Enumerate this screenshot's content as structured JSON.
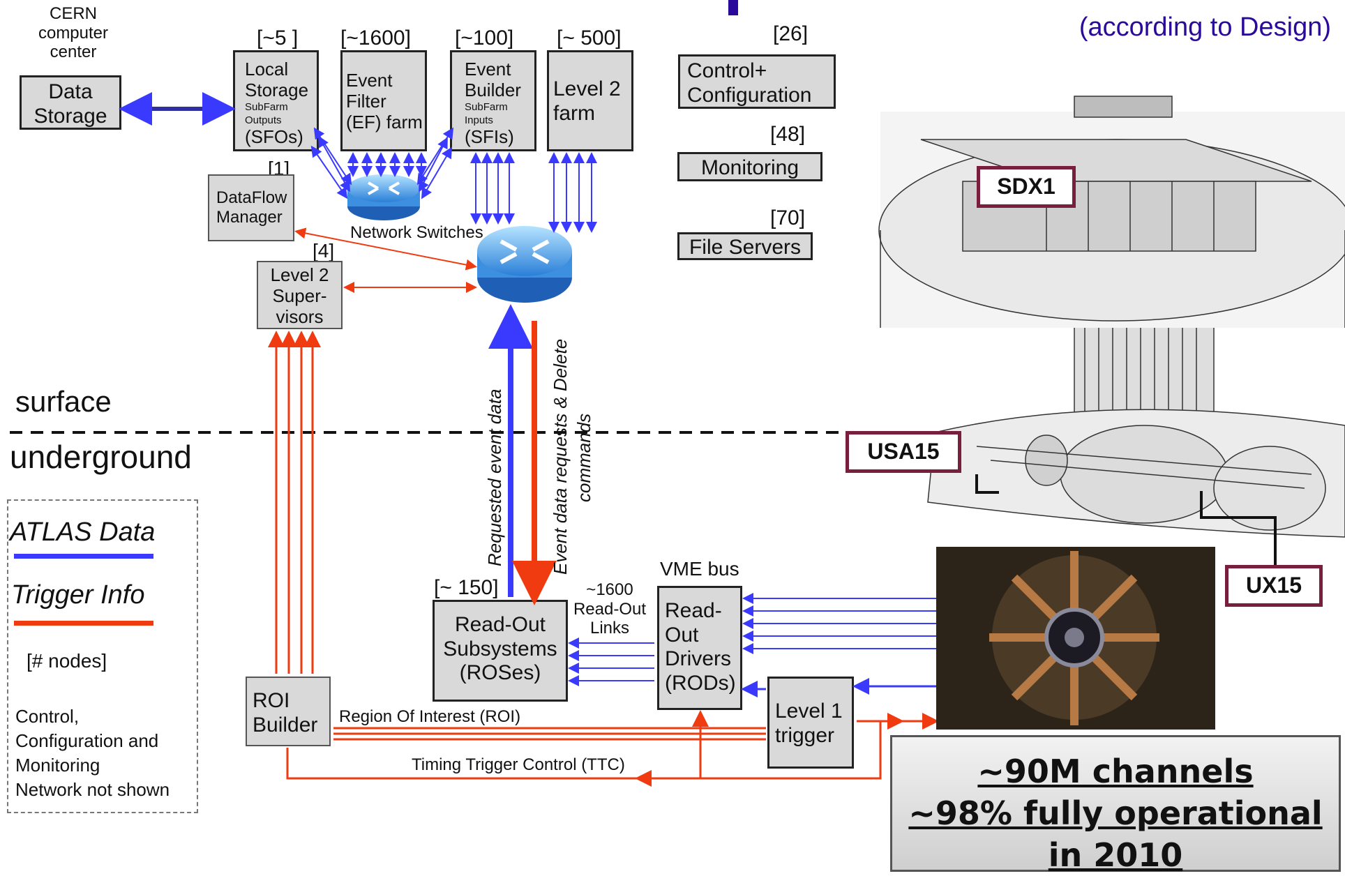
{
  "header": {
    "subtitle": "(according to Design)"
  },
  "cern": {
    "label": "CERN computer center",
    "line1": "CERN",
    "line2": "computer",
    "line3": "center",
    "data_storage": "Data Storage",
    "ds_line1": "Data",
    "ds_line2": "Storage"
  },
  "farms": {
    "sfo": {
      "count": "[~5 ]",
      "line1": "Local",
      "line2": "Storage",
      "sub1": "SubFarm",
      "sub2": "Outputs",
      "line3": "(SFOs)"
    },
    "ef": {
      "count": "[~1600]",
      "line1": "Event",
      "line2": "Filter",
      "line3": "(EF) farm"
    },
    "eb": {
      "count": "[~100]",
      "line1": "Event",
      "line2": "Builder",
      "sub1": "SubFarm",
      "sub2": "Inputs",
      "line3": "(SFIs)"
    },
    "l2": {
      "count": "[~ 500]",
      "line1": "Level 2",
      "line2": "farm"
    }
  },
  "services": {
    "control": {
      "count": "[26]",
      "line1": "Control+",
      "line2": "Configuration"
    },
    "monitoring": {
      "count": "[48]",
      "label": "Monitoring"
    },
    "file_servers": {
      "count": "[70]",
      "label": "File Servers"
    }
  },
  "dfm": {
    "count": "[1]",
    "line1": "DataFlow",
    "line2": "Manager"
  },
  "l2sv": {
    "count": "[4]",
    "line1": "Level 2",
    "line2": "Super-",
    "line3": "visors"
  },
  "network_switches": "Network Switches",
  "surface": "surface",
  "underground": "underground",
  "requested": "Requested event data",
  "event_requests": "Event data requests & Delete",
  "commands": "commands",
  "ros": {
    "count": "[~ 150]",
    "line1": "Read-Out",
    "line2": "Subsystems",
    "line3": "(ROSes)"
  },
  "links": {
    "line1": "~1600",
    "line2": "Read-Out",
    "line3": "Links"
  },
  "vme": "VME bus",
  "rod": {
    "line1": "Read-",
    "line2": "Out",
    "line3": "Drivers",
    "line4": "(RODs)"
  },
  "roi_builder": {
    "line1": "ROI",
    "line2": "Builder"
  },
  "roi": "Region Of Interest (ROI)",
  "ttc": "Timing Trigger Control (TTC)",
  "l1": {
    "line1": "Level 1",
    "line2": "trigger"
  },
  "legend": {
    "atlas_data": "ATLAS Data",
    "trigger_info": "Trigger Info",
    "nodes": "[# nodes]",
    "note1": "Control,",
    "note2": "Configuration  and",
    "note3": "Monitoring",
    "note4": "Network not shown"
  },
  "places": {
    "sdx1": "SDX1",
    "usa15": "USA15",
    "ux15": "UX15"
  },
  "stats": {
    "line1": "~90M channels ",
    "line2": "~98% fully operational",
    "line3": "in 2010"
  },
  "colors": {
    "data": "#3a3aff",
    "trigger": "#f03a10",
    "place_border": "#7a1e3e",
    "title": "#2a0a9a"
  }
}
